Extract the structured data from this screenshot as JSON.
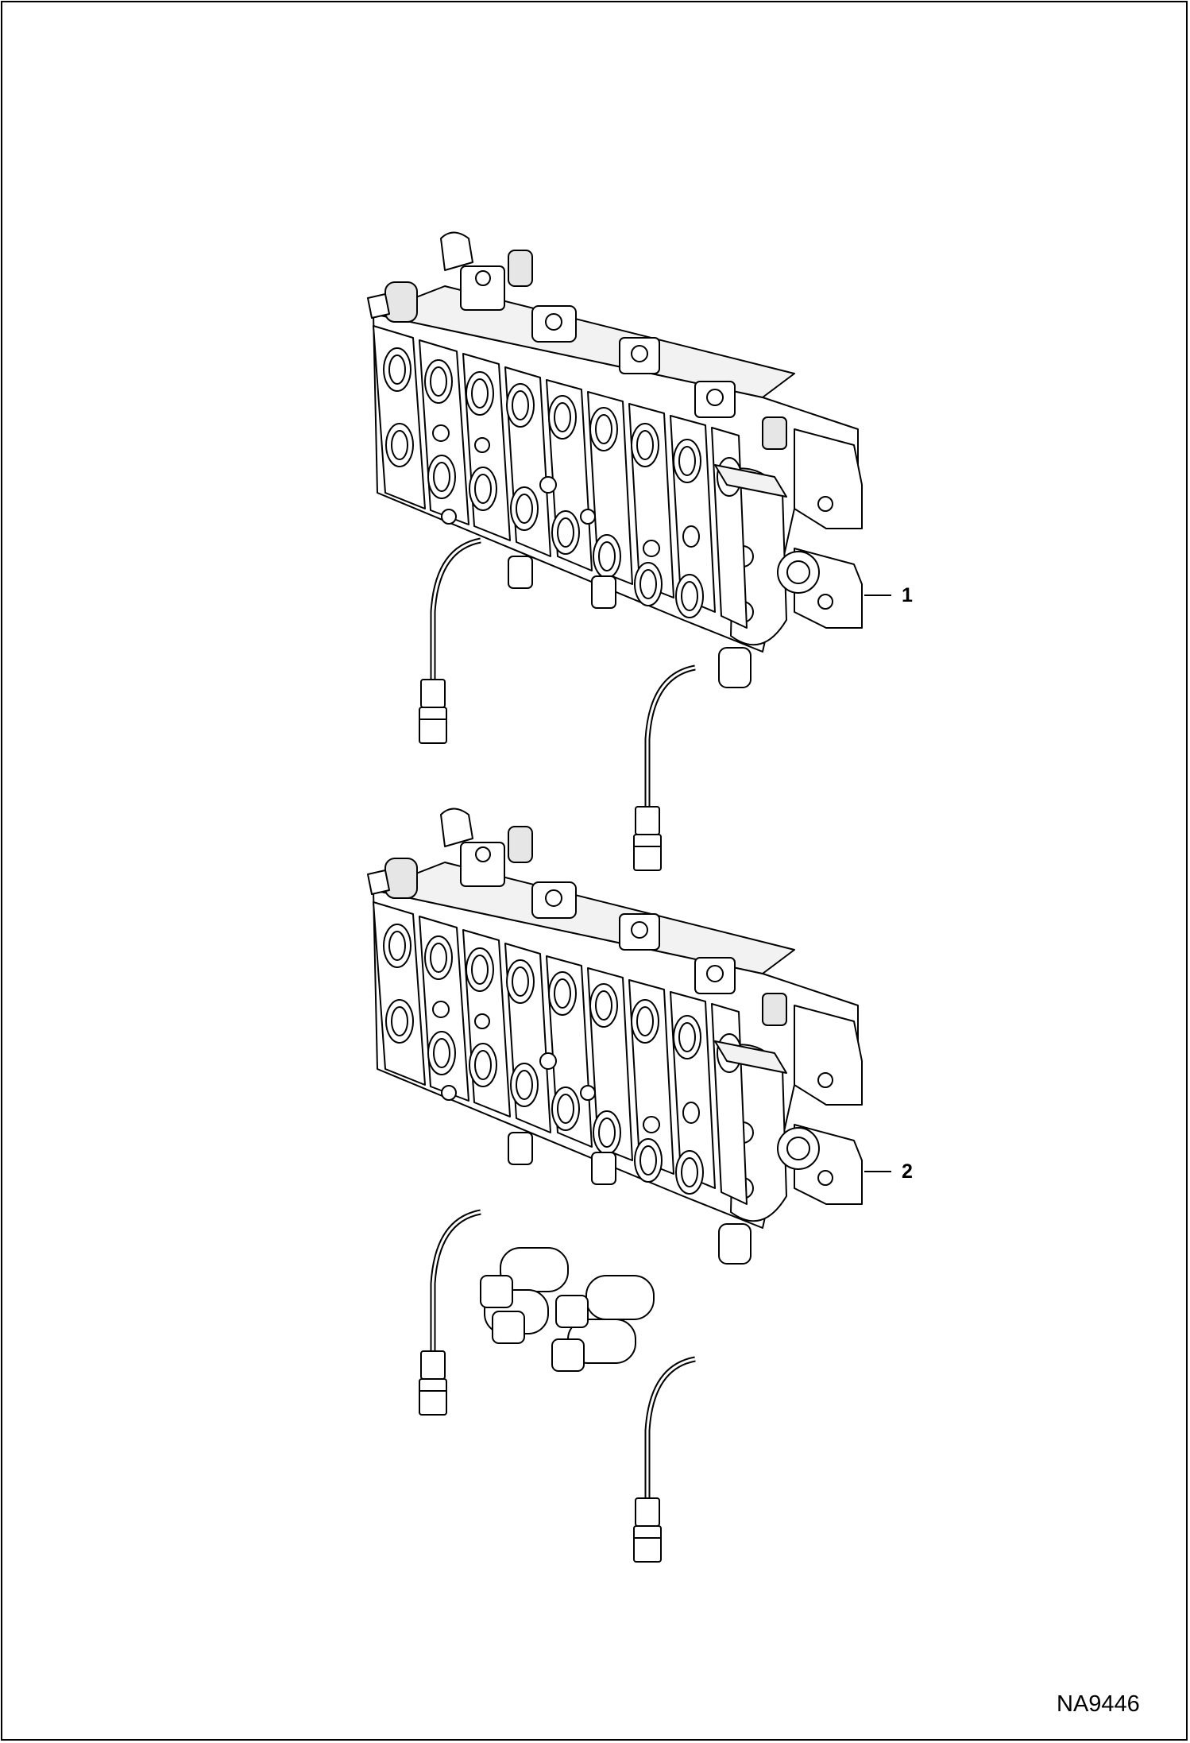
{
  "diagram": {
    "callouts": [
      {
        "number": "1"
      },
      {
        "number": "2"
      }
    ],
    "drawing_code": "NA9446",
    "colors": {
      "line": "#000000",
      "fill": "#ffffff",
      "shade": "#d9d9d9"
    }
  }
}
